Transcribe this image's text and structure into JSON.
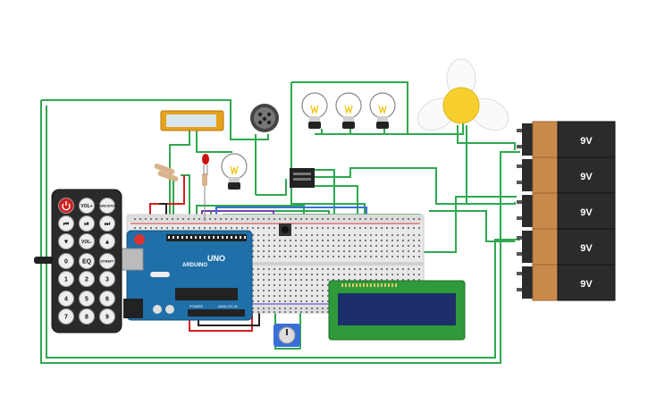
{
  "colors": {
    "wire_green": "#2fa84f",
    "wire_red": "#d42020",
    "wire_black": "#222222",
    "wire_purple": "#7b3fb5",
    "wire_blue": "#3a6fd8",
    "wire_orange": "#e08a1e",
    "arduino_blue": "#1f6fa8",
    "lcd_green": "#2f9a3a",
    "battery_orange": "#c98a4b",
    "battery_black": "#2b2b2b",
    "bulb_gold": "#f2c200",
    "fan_yellow": "#f7d030"
  },
  "arduino": {
    "brand": "ARDUINO",
    "model": "UNO",
    "header_power": "POWER",
    "header_analog": "ANALOG IN"
  },
  "remote": {
    "buttons": [
      "",
      "VOL+",
      "FUNC/STOP",
      "⏮",
      "⏯",
      "⏭",
      "▼",
      "VOL-",
      "▲",
      "0",
      "EQ",
      "ST/REPT",
      "1",
      "2",
      "3",
      "4",
      "5",
      "6",
      "7",
      "8",
      "9"
    ],
    "icons": [
      "power-icon"
    ]
  },
  "batteries": {
    "label": "9V",
    "count": 5
  }
}
